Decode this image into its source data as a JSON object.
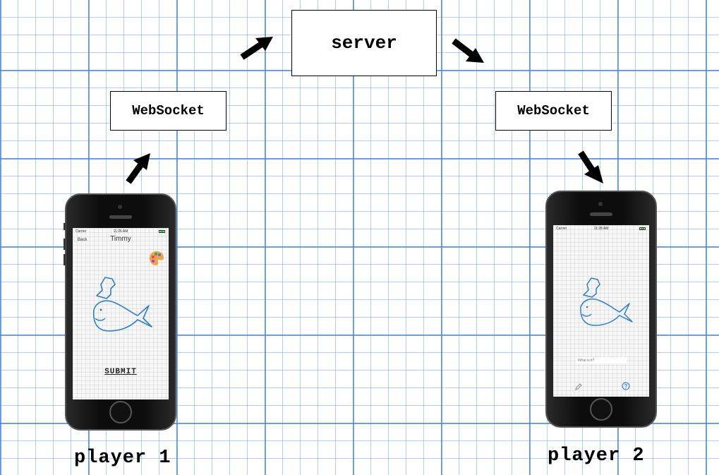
{
  "server": {
    "label": "server"
  },
  "websocket_left": {
    "label": "WebSocket"
  },
  "websocket_right": {
    "label": "WebSocket"
  },
  "player1": {
    "label": "player 1",
    "screen": {
      "carrier": "Carrier",
      "time": "11:26 AM",
      "back": "Back",
      "title": "Timmy",
      "submit": "SUBMIT",
      "palette_icon": "palette-icon"
    }
  },
  "player2": {
    "label": "player 2",
    "screen": {
      "carrier": "Carrier",
      "time": "11:28 AM",
      "guess_placeholder": "What is it?",
      "pencil_icon": "pencil-icon",
      "help_icon": "help-icon"
    }
  },
  "colors": {
    "grid_major": "#4a86d6",
    "grid_minor": "#78a5e1",
    "drawing_stroke": "#2f7fc4",
    "arrow": "#000000"
  }
}
